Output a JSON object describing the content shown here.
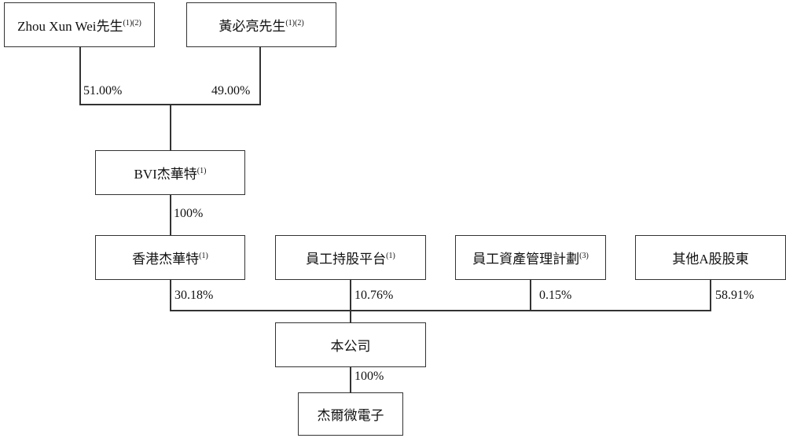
{
  "nodes": {
    "zhou": {
      "label": "Zhou Xun Wei先生",
      "note": "(1)(2)"
    },
    "huang": {
      "label": "黃必亮先生",
      "note": "(1)(2)"
    },
    "bvi": {
      "label": "BVI杰華特",
      "note": "(1)"
    },
    "hk": {
      "label": "香港杰華特",
      "note": "(1)"
    },
    "esop": {
      "label": "員工持股平台",
      "note": "(1)"
    },
    "eamp": {
      "label": "員工資產管理計劃",
      "note": "(3)"
    },
    "other": {
      "label": "其他A股股東",
      "note": ""
    },
    "company": {
      "label": "本公司",
      "note": ""
    },
    "sub": {
      "label": "杰爾微電子",
      "note": ""
    }
  },
  "edges": {
    "zhou_bvi": "51.00%",
    "huang_bvi": "49.00%",
    "bvi_hk": "100%",
    "hk_company": "30.18%",
    "esop_company": "10.76%",
    "eamp_company": "0.15%",
    "other_company": "58.91%",
    "company_sub": "100%"
  }
}
